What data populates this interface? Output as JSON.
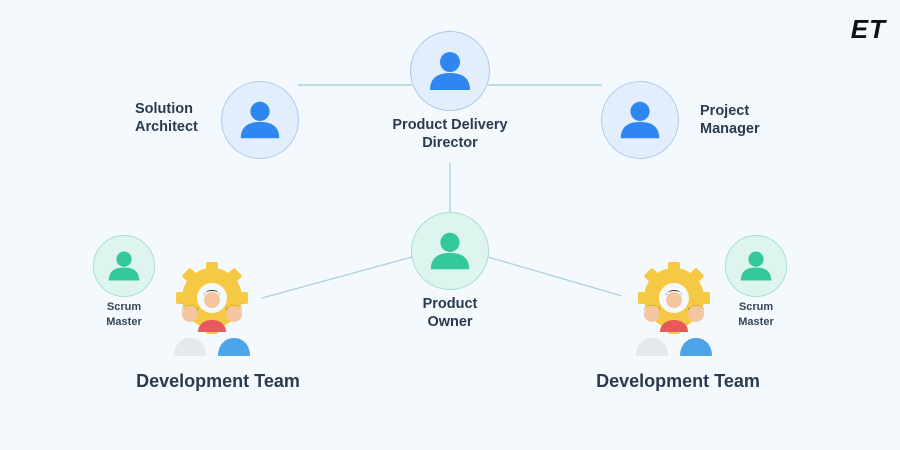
{
  "brand": {
    "logo": "ET"
  },
  "roles": {
    "product_delivery_director": "Product Delivery\nDirector",
    "solution_architect": "Solution\nArchitect",
    "project_manager": "Project\nManager",
    "product_owner": "Product\nOwner",
    "scrum_master_left": "Scrum\nMaster",
    "scrum_master_right": "Scrum\nMaster"
  },
  "teams": {
    "left": "Development Team",
    "right": "Development Team"
  },
  "colors": {
    "background": "#f3f9fc",
    "blue_node": "#e2eefc",
    "blue_person": "#2f86f0",
    "green_node": "#ddf5ee",
    "green_person": "#33c99a",
    "connector": "#aed3df",
    "gear": "#f6c944"
  },
  "icons": {
    "person": "person-icon",
    "team": "team-gear-icon"
  }
}
